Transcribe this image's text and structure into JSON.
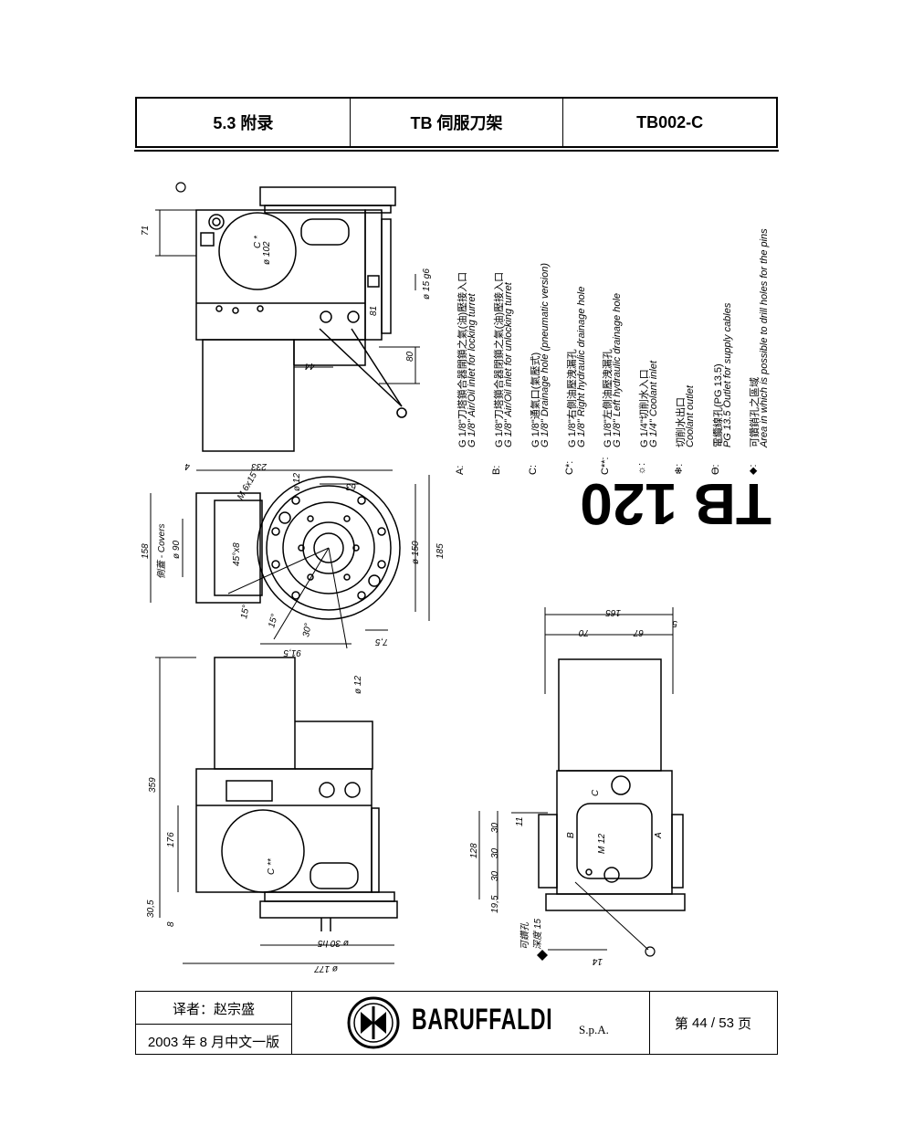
{
  "header": {
    "section": "5.3  附录",
    "title": "TB 伺服刀架",
    "code": "TB002-C"
  },
  "model_label": "TB 120",
  "legend": [
    {
      "key": "A:",
      "zh": "G 1/8\"刀塔鎖合器開鎖之氣(油)壓接入口",
      "en": "G 1/8\" Air/Oil inlet for locking turret"
    },
    {
      "key": "B:",
      "zh": "G 1/8\"刀塔鎖合器閉鎖之氣(油)壓接入口",
      "en": "G 1/8\" Air/Oil inlet for unlocking turret"
    },
    {
      "key": "C:",
      "zh": "G 1/8\"通氣口(氣壓式)",
      "en": "G 1/8\" Drainage hole (pneumatic version)"
    },
    {
      "key": "C*:",
      "zh": "G 1/8\"右側油壓洩漏孔",
      "en": "G 1/8\" Right hydraulic drainage hole"
    },
    {
      "key": "C**:",
      "zh": "G 1/8\"左側油壓洩漏孔",
      "en": "G 1/8\" Left hydraulic drainage hole"
    },
    {
      "key": "☼:",
      "zh": "G 1/4\"切削水入口",
      "en": "G 1/4\" Coolant inlet"
    },
    {
      "key": "❄:",
      "zh": "切削水出口",
      "en": "Coolant outlet"
    },
    {
      "key": "Ɵ:",
      "zh": "電纜線孔(PG 13.5)",
      "en": "PG 13.5 Outlet for supply cables"
    },
    {
      "key": "◆:",
      "zh": "可鑽銷孔之區域",
      "en": "Area in which is  possible to drill holes for the pins"
    }
  ],
  "dims": {
    "d71": "71",
    "d102": "ø 102",
    "ck": "C *",
    "d15g6": "ø 15 g6",
    "d81": "81",
    "d80": "80",
    "d44": "44",
    "d233": "233",
    "d4": "4",
    "d12a": "ø 12",
    "d63": "63",
    "m6x15": "M 6x15",
    "d158": "158",
    "covers": "側蓋 - Covers",
    "d90": "ø 90",
    "d45x8": "45°x8",
    "d150": "ø 150",
    "d185": "185",
    "d15a": "15°",
    "d15b": "15°",
    "d30": "30°",
    "d915": "91,5",
    "d75": "7,5",
    "d12b": "ø 12",
    "d359": "359",
    "d176": "176",
    "d305": "30,5",
    "d8": "8",
    "d30h5": "ø 30 h5",
    "d177": "ø 177",
    "ckk": "C **",
    "d165": "165",
    "d70": "70",
    "d67": "67",
    "d5": "5",
    "d11": "11",
    "m12": "M 12",
    "d128": "128",
    "d30_1": "30",
    "d30_2": "30",
    "d30_3": "30",
    "d195": "19,5",
    "d14": "14",
    "dB": "B",
    "dA": "A",
    "dC": "C",
    "drill": "可鑽孔",
    "depth": "深度 15"
  },
  "footer": {
    "translator": "译者：赵宗盛",
    "edition": "2003 年 8 月中文一版",
    "brand": "BARUFFALDI",
    "brand_suffix": "S.p.A.",
    "page_prefix": "第",
    "page_num": "44",
    "page_sep": " / ",
    "page_total": "53",
    "page_suffix": "页"
  }
}
